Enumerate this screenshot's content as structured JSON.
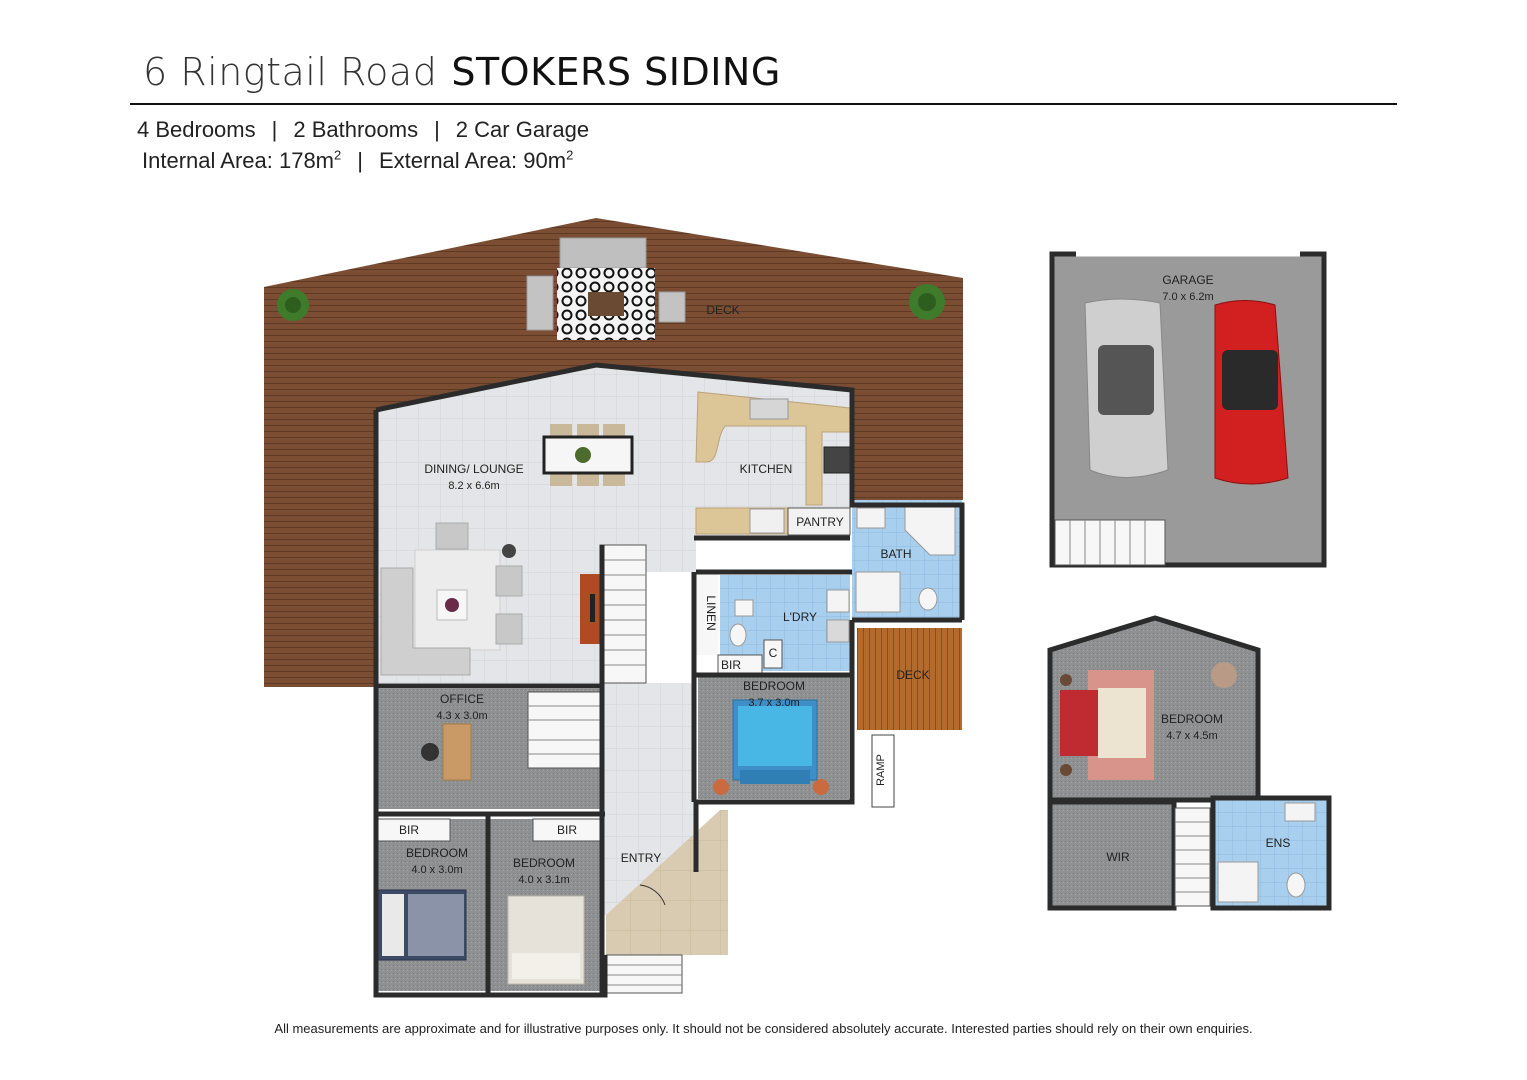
{
  "header": {
    "street": "6 Ringtail Road",
    "suburb": "STOKERS SIDING",
    "bedrooms": "4 Bedrooms",
    "bathrooms": "2 Bathrooms",
    "garage": "2 Car Garage",
    "separator": "|",
    "internal_area_label": "Internal Area: 178m",
    "external_area_label": "External Area: 90m",
    "area_superscript": "2"
  },
  "rooms": {
    "deck_top": "DECK",
    "dining_lounge": "DINING/ LOUNGE",
    "dining_lounge_size": "8.2 x 6.6m",
    "kitchen": "KITCHEN",
    "pantry": "PANTRY",
    "bath": "BATH",
    "linen": "LINEN",
    "laundry": "L'DRY",
    "cupboard": "C",
    "bir_main": "BIR",
    "bedroom_mid": "BEDROOM",
    "bedroom_mid_size": "3.7 x 3.0m",
    "deck_side": "DECK",
    "ramp": "RAMP",
    "office": "OFFICE",
    "office_size": "4.3 x 3.0m",
    "bir_left": "BIR",
    "bir_right": "BIR",
    "bedroom_left": "BEDROOM",
    "bedroom_left_size": "4.0 x 3.0m",
    "bedroom_right": "BEDROOM",
    "bedroom_right_size": "4.0 x 3.1m",
    "entry": "ENTRY",
    "garage": "GARAGE",
    "garage_size": "7.0 x 6.2m",
    "upper_bedroom": "BEDROOM",
    "upper_bedroom_size": "4.7 x 4.5m",
    "wir": "WIR",
    "ens": "ENS"
  },
  "colors": {
    "deck": "#7b4e33",
    "tile": "#e2e3e6",
    "carpet": "#8f9091",
    "wet": "#a9cfee",
    "garage_floor": "#9a9a9a",
    "wall": "#2b2b2b",
    "bench": "#dcc596",
    "outdoor_paving": "#d9cbb2"
  },
  "footer": {
    "disclaimer": "All measurements are approximate and for illustrative purposes only. It should not be considered absolutely accurate. Interested parties should rely on their own enquiries."
  }
}
